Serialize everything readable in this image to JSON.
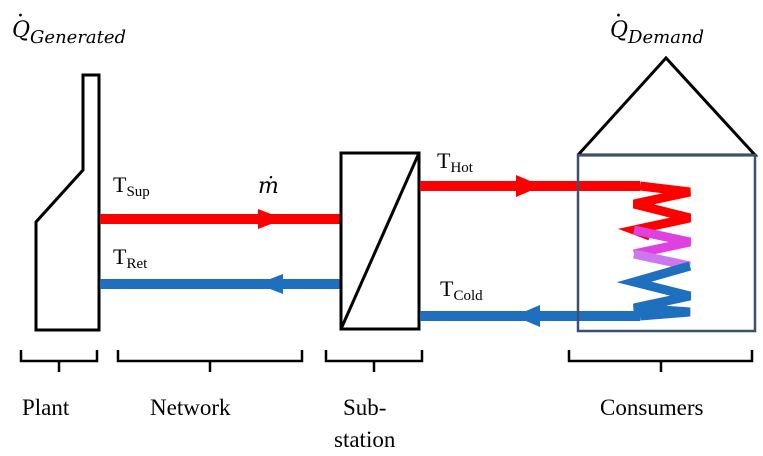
{
  "labels": {
    "q_generated_base": "Q",
    "q_generated_sub": "Generated",
    "q_demand_base": "Q",
    "q_demand_sub": "Demand",
    "t_sup_base": "T",
    "t_sup_sub": "Sup",
    "t_ret_base": "T",
    "t_ret_sub": "Ret",
    "t_hot_base": "T",
    "t_hot_sub": "Hot",
    "t_cold_base": "T",
    "t_cold_sub": "Cold",
    "mass_flow": "ṁ"
  },
  "captions": {
    "plant": "Plant",
    "network": "Network",
    "substation_line1": "Sub-",
    "substation_line2": "station",
    "consumers": "Consumers"
  },
  "colors": {
    "supply": "#ff0000",
    "return": "#1f6fbf",
    "coil_mid": "#e040e0",
    "coil_light": "#cc77ee",
    "house_box": "#3a5070"
  }
}
